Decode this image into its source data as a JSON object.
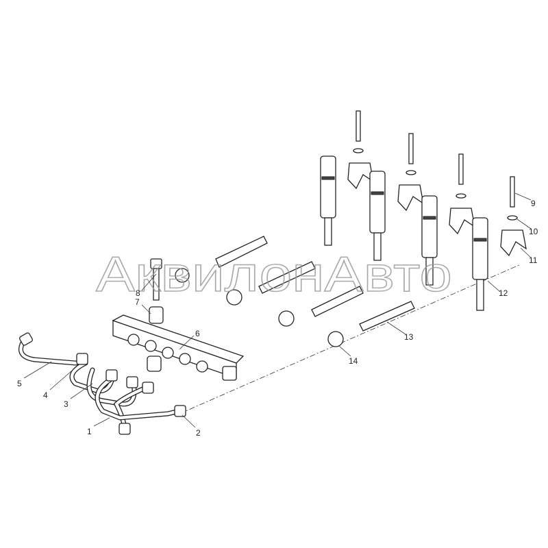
{
  "watermark": "АквилонАвто",
  "callouts": [
    {
      "id": "1",
      "label": "1"
    },
    {
      "id": "2",
      "label": "2"
    },
    {
      "id": "3",
      "label": "3"
    },
    {
      "id": "4",
      "label": "4"
    },
    {
      "id": "5",
      "label": "5"
    },
    {
      "id": "6",
      "label": "6"
    },
    {
      "id": "7",
      "label": "7"
    },
    {
      "id": "8",
      "label": "8"
    },
    {
      "id": "9",
      "label": "9"
    },
    {
      "id": "10",
      "label": "10"
    },
    {
      "id": "11",
      "label": "11"
    },
    {
      "id": "12",
      "label": "12"
    },
    {
      "id": "13",
      "label": "13"
    },
    {
      "id": "14",
      "label": "14"
    }
  ]
}
